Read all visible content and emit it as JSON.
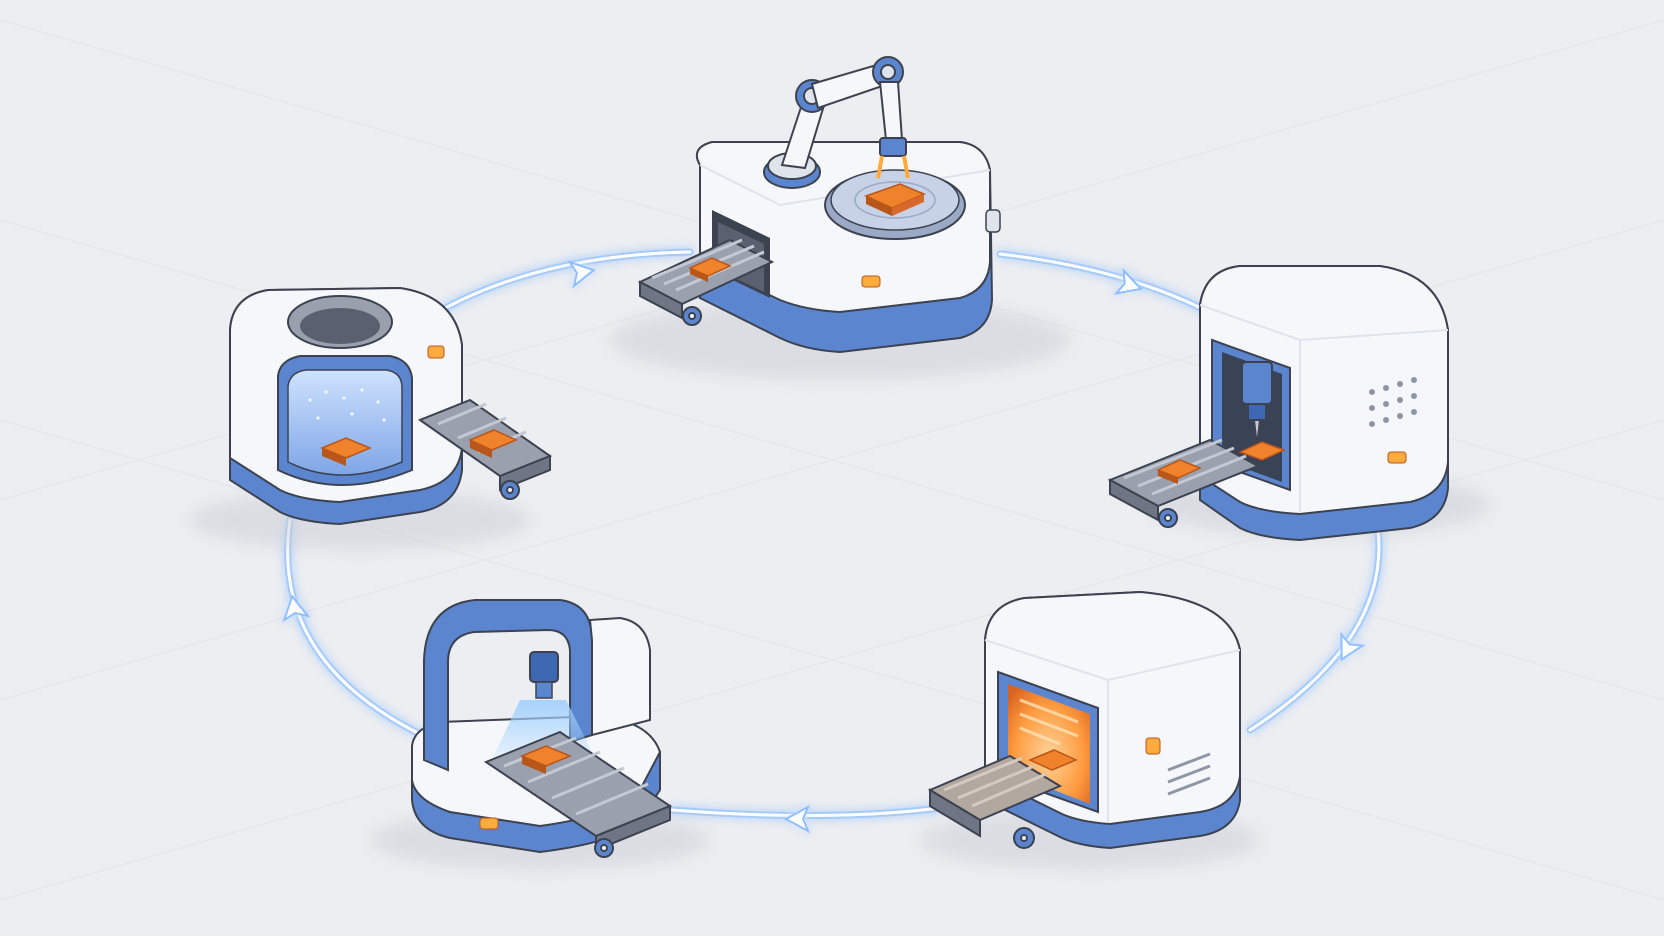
{
  "colors": {
    "background": "#edeef1",
    "grid": "#e2e4e9",
    "machine_body": "#f6f7fa",
    "machine_shade": "#dfe3ea",
    "machine_outline": "#3d4250",
    "accent_blue": "#5b86cf",
    "accent_blue_dark": "#3f68b3",
    "glow_blue": "#8fbfff",
    "part_orange": "#f0822c",
    "part_orange_dark": "#b9561a",
    "indicator_orange": "#ffab3d",
    "oven_glow": "#ff9b40",
    "roller_gray": "#9aa0ad"
  },
  "stations": [
    {
      "id": "robot-arm-cell",
      "icon": "robot-arm-icon"
    },
    {
      "id": "cnc-mill",
      "icon": "cnc-spindle-icon"
    },
    {
      "id": "curing-oven",
      "icon": "oven-icon"
    },
    {
      "id": "laser-inspection",
      "icon": "laser-scanner-icon"
    },
    {
      "id": "wash-chamber",
      "icon": "wash-tank-icon"
    }
  ],
  "flow": {
    "direction": "clockwise",
    "arrow_count": 5,
    "segment_count": 5
  }
}
